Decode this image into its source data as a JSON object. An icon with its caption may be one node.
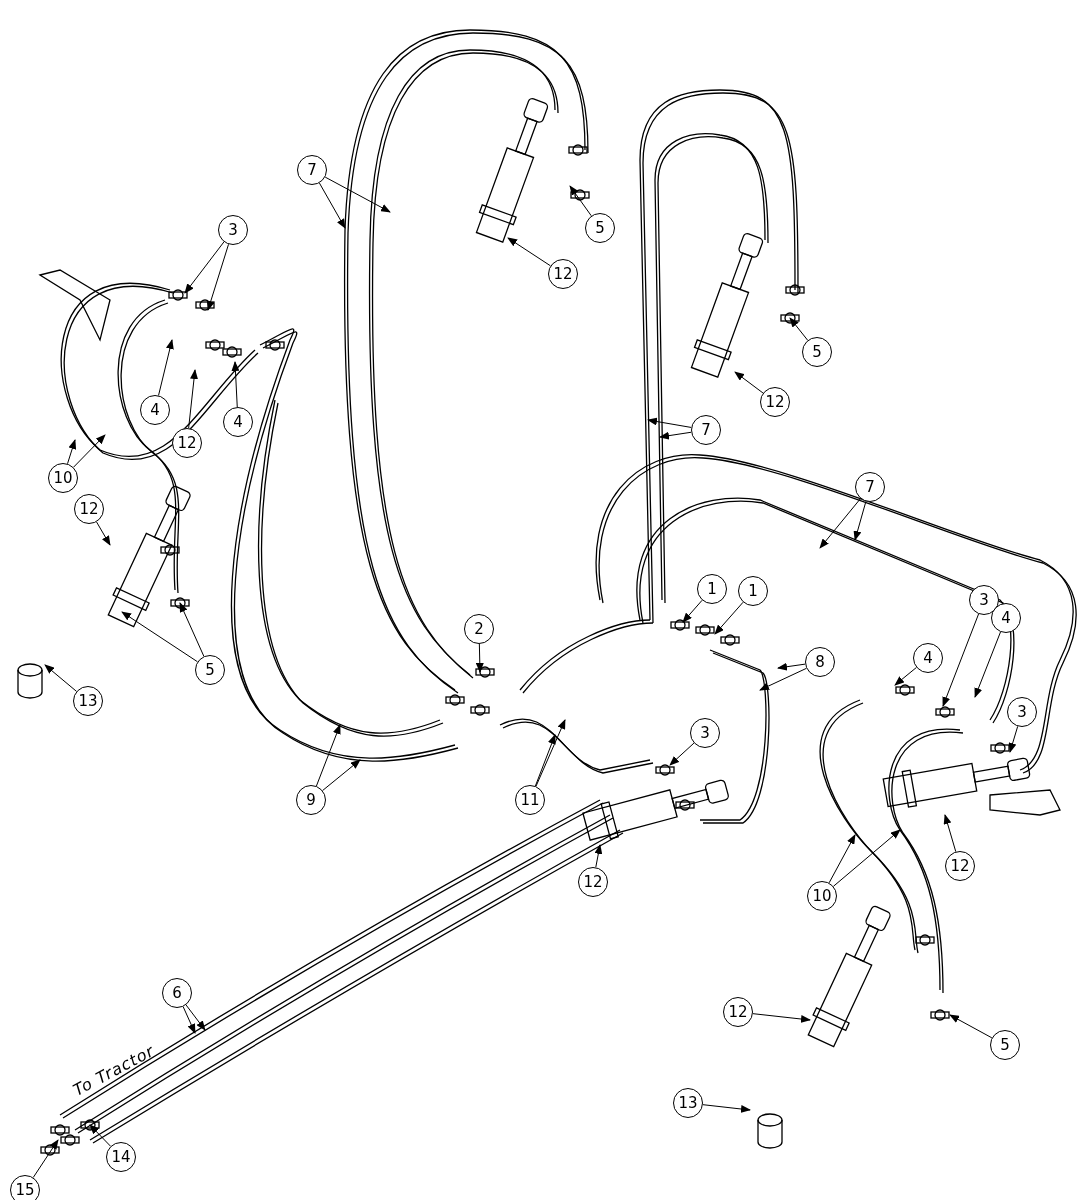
{
  "diagram": {
    "nodes": [
      {
        "text": [
          "3"
        ]
      },
      {
        "text": [
          "7"
        ]
      },
      {
        "text": [
          "5"
        ]
      },
      {
        "text": [
          "12"
        ]
      },
      {
        "text": [
          "4"
        ]
      },
      {
        "text": [
          "12"
        ]
      },
      {
        "text": [
          "4"
        ]
      },
      {
        "text": [
          "5"
        ]
      },
      {
        "text": [
          "12"
        ]
      },
      {
        "text": [
          "10"
        ]
      },
      {
        "text": [
          "7"
        ]
      },
      {
        "text": [
          "7"
        ]
      },
      {
        "text": [
          "12"
        ]
      },
      {
        "text": [
          "1"
        ]
      },
      {
        "text": [
          "1"
        ]
      },
      {
        "text": [
          "2"
        ]
      },
      {
        "text": [
          "3"
        ]
      },
      {
        "text": [
          "4"
        ]
      },
      {
        "text": [
          "5"
        ]
      },
      {
        "text": [
          "4"
        ]
      },
      {
        "text": [
          "8"
        ]
      },
      {
        "text": [
          "13"
        ]
      },
      {
        "text": [
          "3"
        ]
      },
      {
        "text": [
          "3"
        ]
      },
      {
        "text": [
          "9"
        ]
      },
      {
        "text": [
          "11"
        ]
      },
      {
        "text": [
          "12"
        ]
      },
      {
        "text": [
          "12"
        ]
      },
      {
        "text": [
          "10"
        ]
      },
      {
        "text": [
          "6"
        ]
      },
      {
        "text": [
          "12"
        ]
      },
      {
        "text": [
          "5"
        ]
      },
      {
        "text": [
          "13"
        ]
      },
      {
        "text": [
          "14"
        ]
      },
      {
        "text": [
          "15"
        ]
      }
    ],
    "edges": [
      {
        "from": 0,
        "to": null,
        "arrow": "to"
      },
      {
        "from": 0,
        "to": null,
        "arrow": "to"
      },
      {
        "from": 1,
        "to": null,
        "arrow": "to"
      },
      {
        "from": 1,
        "to": null,
        "arrow": "to"
      },
      {
        "from": 2,
        "to": null,
        "arrow": "to"
      },
      {
        "from": 3,
        "to": null,
        "arrow": "to"
      },
      {
        "from": 4,
        "to": null,
        "arrow": "to"
      },
      {
        "from": 5,
        "to": null,
        "arrow": "to"
      },
      {
        "from": 6,
        "to": null,
        "arrow": "to"
      },
      {
        "from": 7,
        "to": null,
        "arrow": "to"
      },
      {
        "from": 8,
        "to": null,
        "arrow": "to"
      },
      {
        "from": 9,
        "to": null,
        "arrow": "to"
      },
      {
        "from": 9,
        "to": null,
        "arrow": "to"
      },
      {
        "from": 10,
        "to": null,
        "arrow": "to"
      },
      {
        "from": 10,
        "to": null,
        "arrow": "to"
      },
      {
        "from": 11,
        "to": null,
        "arrow": "to"
      },
      {
        "from": 11,
        "to": null,
        "arrow": "to"
      },
      {
        "from": 12,
        "to": null,
        "arrow": "to"
      },
      {
        "from": 13,
        "to": null,
        "arrow": "to"
      },
      {
        "from": 14,
        "to": null,
        "arrow": "to"
      },
      {
        "from": 15,
        "to": null,
        "arrow": "to"
      },
      {
        "from": 16,
        "to": null,
        "arrow": "to"
      },
      {
        "from": 17,
        "to": null,
        "arrow": "to"
      },
      {
        "from": 18,
        "to": null,
        "arrow": "to"
      },
      {
        "from": 18,
        "to": null,
        "arrow": "to"
      },
      {
        "from": 19,
        "to": null,
        "arrow": "to"
      },
      {
        "from": 20,
        "to": null,
        "arrow": "to"
      },
      {
        "from": 20,
        "to": null,
        "arrow": "to"
      },
      {
        "from": 21,
        "to": null,
        "arrow": "to"
      },
      {
        "from": 22,
        "to": null,
        "arrow": "to"
      },
      {
        "from": 23,
        "to": null,
        "arrow": "to"
      },
      {
        "from": 24,
        "to": null,
        "arrow": "to"
      },
      {
        "from": 24,
        "to": null,
        "arrow": "to"
      },
      {
        "from": 25,
        "to": null,
        "arrow": "to"
      },
      {
        "from": 25,
        "to": null,
        "arrow": "to"
      },
      {
        "from": 26,
        "to": null,
        "arrow": "to"
      },
      {
        "from": 27,
        "to": null,
        "arrow": "to"
      },
      {
        "from": 28,
        "to": null,
        "arrow": "to"
      },
      {
        "from": 28,
        "to": null,
        "arrow": "to"
      },
      {
        "from": 29,
        "to": null,
        "arrow": "to"
      },
      {
        "from": 29,
        "to": null,
        "arrow": "to"
      },
      {
        "from": 30,
        "to": null,
        "arrow": "to"
      },
      {
        "from": 31,
        "to": null,
        "arrow": "to"
      },
      {
        "from": 32,
        "to": null,
        "arrow": "to"
      },
      {
        "from": 33,
        "to": null,
        "arrow": "to"
      },
      {
        "from": 34,
        "to": null,
        "arrow": "to"
      }
    ],
    "labels": [
      "To Tractor"
    ]
  }
}
